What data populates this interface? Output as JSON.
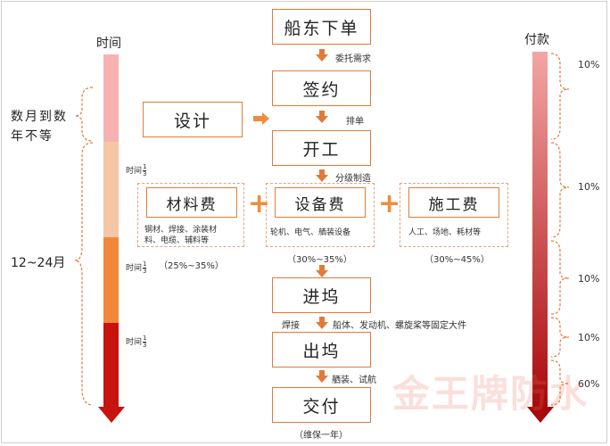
{
  "left_axis": {
    "title": "时间",
    "range_top": "数月到数年不等",
    "range_bottom": "12~24月",
    "segment_label": "时间",
    "fraction_num": "1",
    "fraction_den": "3",
    "segment_colors": [
      "#f6b1b1",
      "#f5c6a6",
      "#f0883a",
      "#c8130e"
    ]
  },
  "right_axis": {
    "title": "付款",
    "percents": [
      "10%",
      "10%",
      "10%",
      "10%",
      "60%"
    ],
    "gradient_top": "#f3a5a5",
    "gradient_bottom": "#a8090a"
  },
  "flow": {
    "step1": "船东下单",
    "note1": "委托需求",
    "step2": "签约",
    "design": "设计",
    "note2": "排单",
    "step3": "开工",
    "note3": "分级制造",
    "material": "材料费",
    "material_detail_1": "钢材、焊接、涂装材",
    "material_detail_2": "料、电缆、辅料等",
    "material_pct": "（25%~35%）",
    "equipment": "设备费",
    "equipment_detail": "轮机、电气、舾装设备",
    "equipment_pct": "（30%~35%）",
    "construction": "施工费",
    "construction_detail": "人工、场地、耗材等",
    "construction_pct": "（30%~45%）",
    "step4": "进坞",
    "note4a": "焊接",
    "note4b": "船体、发动机、螺旋桨等固定大件",
    "step5": "出坞",
    "note5": "舾装、试航",
    "step6": "交付",
    "note6": "（维保一年）"
  },
  "colors": {
    "accent": "#e07b39",
    "dashed": "#e9a27a"
  },
  "watermark": "金王牌防水"
}
